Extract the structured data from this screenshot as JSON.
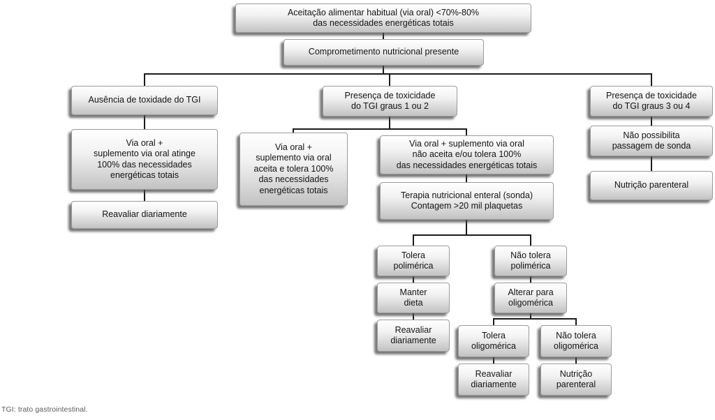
{
  "flowchart": {
    "nodes": {
      "intake": {
        "label": "Aceitação alimentar habitual (via oral) <70%-80%\ndas necessidades energéticas totais"
      },
      "compromise": {
        "label": "Comprometimento nutricional presente"
      },
      "no_toxicity": {
        "label": "Ausência de toxidade do TGI"
      },
      "oral_supplement_reaches": {
        "label": "Via oral +\nsuplemento via oral atinge\n100% das necessidades\nenergéticas totais"
      },
      "reassess_left": {
        "label": "Reavaliar diariamente"
      },
      "toxicity_1_2": {
        "label": "Presença de toxicidade\ndo TGI graus 1 ou 2"
      },
      "oral_accepts": {
        "label": "Via oral +\nsuplemento via oral\naceita e tolera 100%\ndas necessidades\nenergéticas totais"
      },
      "oral_not_accepts": {
        "label": "Via oral + suplemento via oral\nnão aceita e/ou tolera 100%\ndas necessidades energéticas totais"
      },
      "enteral_therapy": {
        "label": "Terapia nutricional enteral (sonda)\nContagem >20 mil plaquetas"
      },
      "tolerates_polymeric": {
        "label": "Tolera\npolimérica"
      },
      "not_tolerates_polymeric": {
        "label": "Não tolera\npolimérica"
      },
      "keep_diet": {
        "label": "Manter\ndieta"
      },
      "change_oligomeric": {
        "label": "Alterar para\noligomérica"
      },
      "reassess_mid": {
        "label": "Reavaliar\ndiariamente"
      },
      "tolerates_oligomeric": {
        "label": "Tolera\noligomérica"
      },
      "not_tolerates_oligomeric": {
        "label": "Não tolera\noligomérica"
      },
      "reassess_bottom": {
        "label": "Reavaliar\ndiariamente"
      },
      "parenteral_bottom": {
        "label": "Nutrição\nparenteral"
      },
      "toxicity_3_4": {
        "label": "Presença de toxicidade\ndo TGI graus 3 ou 4"
      },
      "no_tube": {
        "label": "Não possibilita\npassagem de sonda"
      },
      "parenteral_right": {
        "label": "Nutrição parenteral"
      }
    },
    "footnote": "TGI: trato gastrointestinal.",
    "colors": {
      "line": "#1b1b1b",
      "box_border": "#9b9b9b",
      "box_gradient_top": "#ffffff",
      "box_gradient_bottom": "#c2c2c2",
      "shadow": "#4b4b4b",
      "text": "#141414"
    }
  }
}
